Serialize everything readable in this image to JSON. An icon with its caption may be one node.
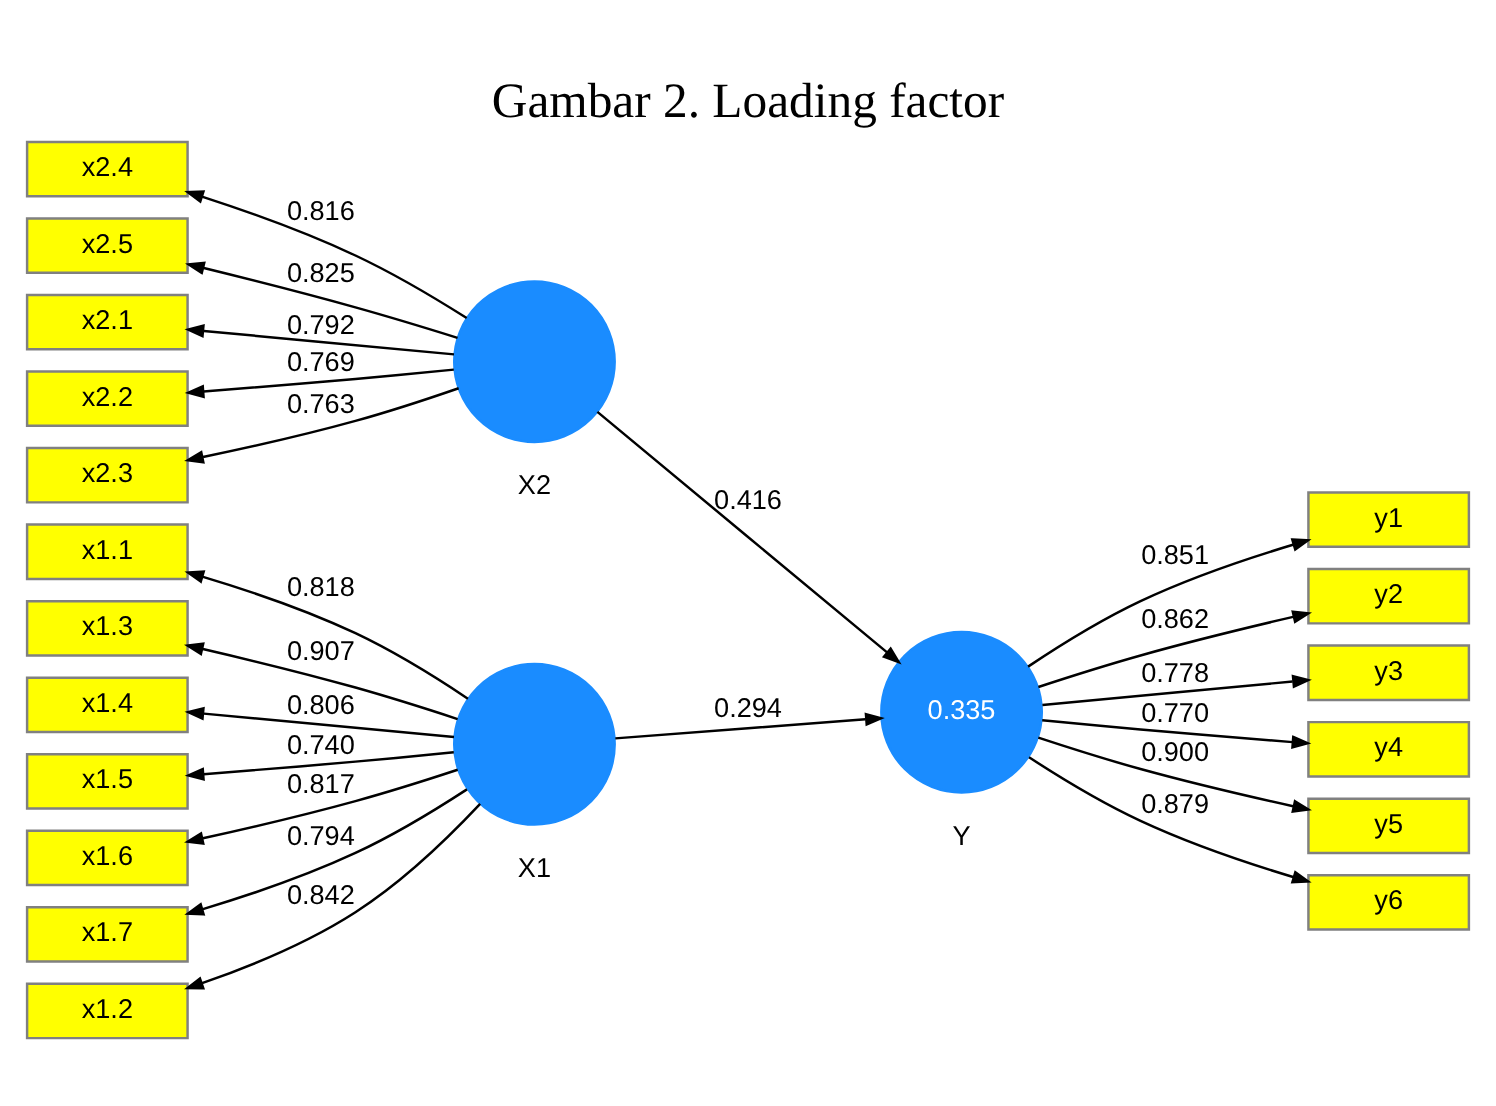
{
  "diagram": {
    "title": "Gambar 2. Loading factor",
    "nodes": [
      {
        "text": [
          "x1.1"
        ]
      },
      {
        "text": [
          "x1.2"
        ]
      },
      {
        "text": [
          "x1.3"
        ]
      },
      {
        "text": [
          "x1.4"
        ]
      },
      {
        "text": [
          "x1.5"
        ]
      },
      {
        "text": [
          "x1.6"
        ]
      },
      {
        "text": [
          "x1.7"
        ]
      },
      {
        "text": [],
        "shape": "circle",
        "beside": [
          "X1"
        ]
      },
      {
        "text": [
          "0.335"
        ],
        "beside": [
          "Y"
        ]
      },
      {
        "text": [
          "y1"
        ]
      },
      {
        "text": [
          "y2"
        ]
      },
      {
        "text": [
          "y3"
        ]
      },
      {
        "text": [
          "y4"
        ]
      },
      {
        "text": [
          "y5"
        ]
      },
      {
        "text": [
          "y6"
        ]
      },
      {
        "text": [
          "x2.1"
        ]
      },
      {
        "text": [
          "x2.2"
        ]
      },
      {
        "text": [
          "x2.3"
        ]
      },
      {
        "text": [
          "x2.4"
        ]
      },
      {
        "text": [
          "x2.5"
        ]
      },
      {
        "text": [],
        "shape": "circle",
        "beside": [
          "X2"
        ]
      }
    ],
    "edges": [
      {
        "from": 7,
        "to": 0,
        "arrow": "to",
        "label": "0.818"
      },
      {
        "from": 7,
        "to": 1,
        "arrow": "to",
        "label": "0.842"
      },
      {
        "from": 7,
        "to": 2,
        "arrow": "to",
        "label": "0.907"
      },
      {
        "from": 7,
        "to": 3,
        "arrow": "to",
        "label": "0.806"
      },
      {
        "from": 7,
        "to": 4,
        "arrow": "to",
        "label": "0.740"
      },
      {
        "from": 7,
        "to": 5,
        "arrow": "to",
        "label": "0.817"
      },
      {
        "from": 7,
        "to": 6,
        "arrow": "to",
        "label": "0.794"
      },
      {
        "from": 7,
        "to": 8,
        "arrow": "to",
        "label": "0.294"
      },
      {
        "from": 20,
        "to": 8,
        "arrow": "to",
        "label": "0.416"
      },
      {
        "from": 8,
        "to": 9,
        "arrow": "to",
        "label": "0.851"
      },
      {
        "from": 8,
        "to": 10,
        "arrow": "to",
        "label": "0.862"
      },
      {
        "from": 8,
        "to": 11,
        "arrow": "to",
        "label": "0.778"
      },
      {
        "from": 8,
        "to": 12,
        "arrow": "to",
        "label": "0.770"
      },
      {
        "from": 8,
        "to": 13,
        "arrow": "to",
        "label": "0.900"
      },
      {
        "from": 8,
        "to": 14,
        "arrow": "to",
        "label": "0.879"
      },
      {
        "from": 20,
        "to": 15,
        "arrow": "to",
        "label": "0.792"
      },
      {
        "from": 20,
        "to": 16,
        "arrow": "to",
        "label": "0.769"
      },
      {
        "from": 20,
        "to": 17,
        "arrow": "to",
        "label": "0.763"
      },
      {
        "from": 20,
        "to": 18,
        "arrow": "to",
        "label": "0.816"
      },
      {
        "from": 20,
        "to": 19,
        "arrow": "to",
        "label": "0.825"
      }
    ]
  }
}
